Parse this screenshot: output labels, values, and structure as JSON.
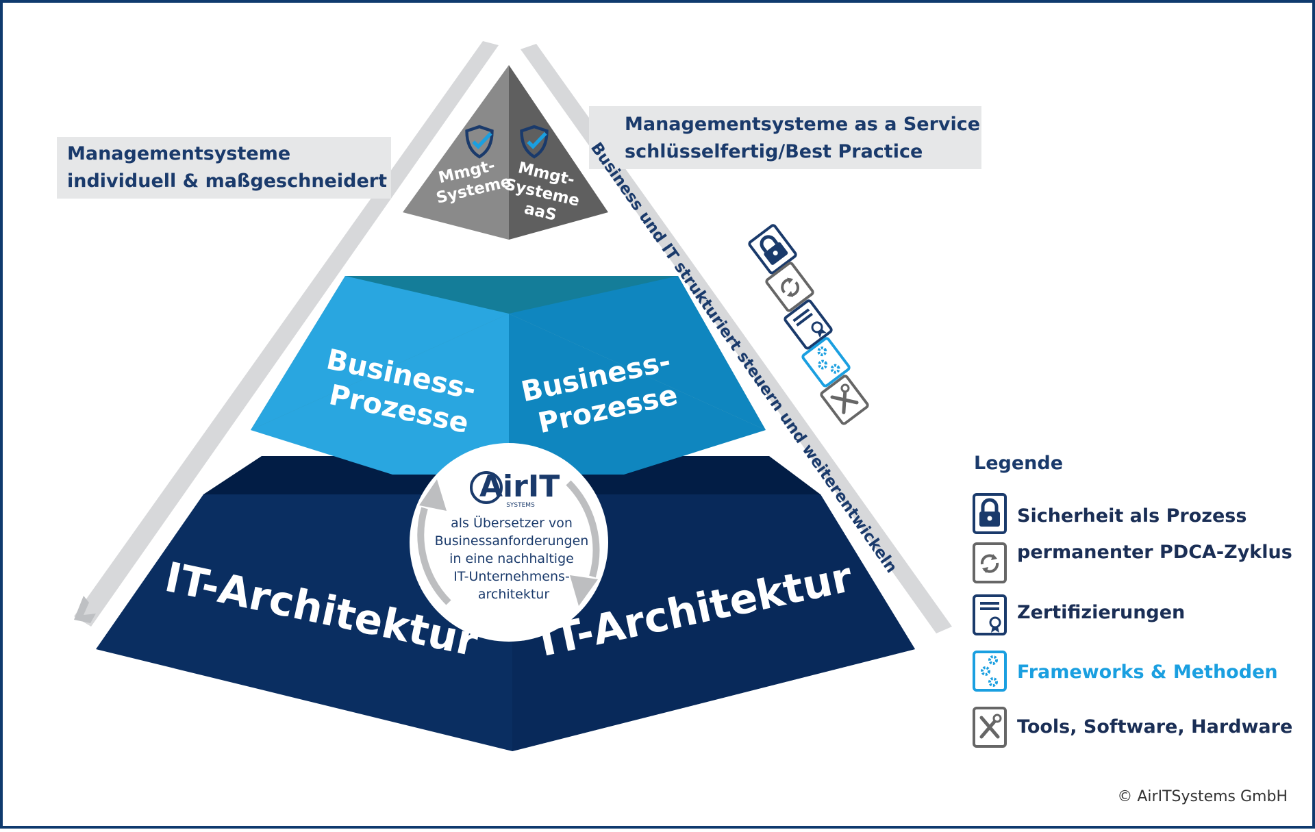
{
  "colors": {
    "border": "#0f3a6e",
    "navy": "#0a2e61",
    "navy_dark": "#021d45",
    "blue_light": "#29a6e0",
    "blue_mid": "#0f86bf",
    "blue_top": "#147d99",
    "gray_light": "#8a8a8a",
    "gray_dark": "#5f5f5f",
    "accent_blue": "#1a9fe0",
    "label_band": "#e6e7e8"
  },
  "labels": {
    "left_callout": [
      "Managementsysteme",
      "individuell & maßgeschneidert"
    ],
    "right_callout": [
      "Managementsysteme as a Service",
      "schlüsselfertig/Best Practice"
    ],
    "diagonal_text": "Business und IT strukturiert steuern und weiterentwickeln"
  },
  "pyramid": {
    "top_left": [
      "Mmgt-",
      "Systeme"
    ],
    "top_right": [
      "Mmgt-",
      "Systeme",
      "aaS"
    ],
    "middle_left": [
      "Business-",
      "Prozesse"
    ],
    "middle_right": [
      "Business-",
      "Prozesse"
    ],
    "bottom_left": "IT-Architektur",
    "bottom_right": "IT-Architektur"
  },
  "center": {
    "logo_main": "AirIT",
    "logo_sub": "SYSTEMS",
    "lines": [
      "als Übersetzer von",
      "Businessanforderungen",
      "in eine nachhaltige",
      "IT-Unternehmens-",
      "architektur"
    ]
  },
  "legend": {
    "title": "Legende",
    "items": [
      {
        "icon": "lock-icon",
        "label": "Sicherheit als Prozess"
      },
      {
        "icon": "cycle-icon",
        "label": "permanenter PDCA-Zyklus"
      },
      {
        "icon": "certificate-icon",
        "label": "Zertifizierungen"
      },
      {
        "icon": "gears-icon",
        "label": "Frameworks & Methoden"
      },
      {
        "icon": "tools-icon",
        "label": "Tools, Software, Hardware"
      }
    ]
  },
  "copyright": "© AirITSystems GmbH"
}
